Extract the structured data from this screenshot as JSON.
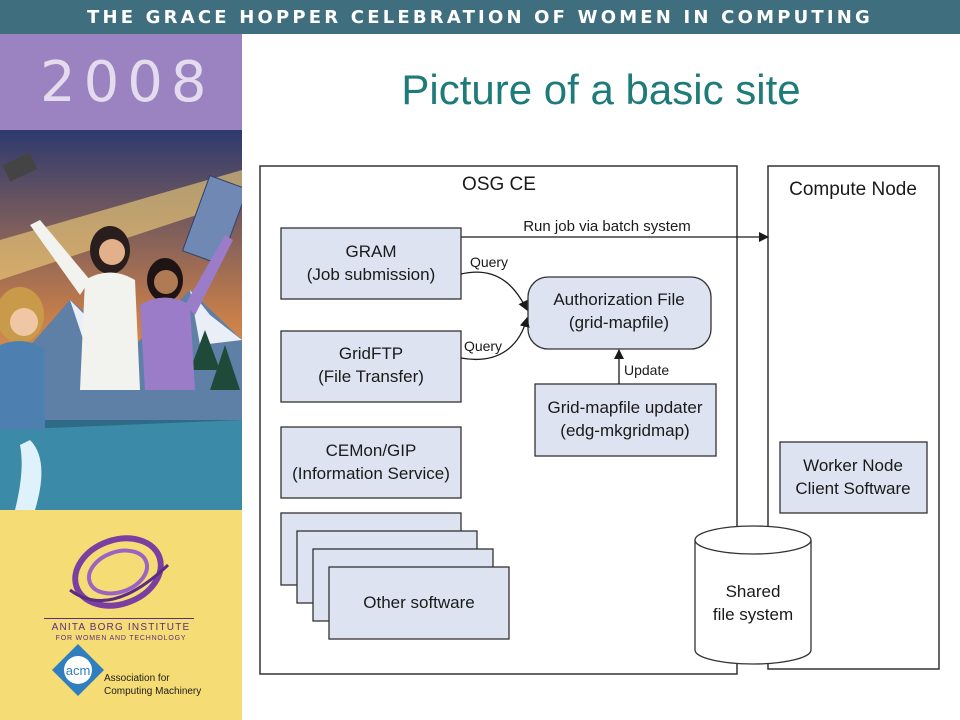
{
  "banner": {
    "title": "THE GRACE HOPPER CELEBRATION OF WOMEN IN COMPUTING"
  },
  "sidebar": {
    "year": "2008",
    "abi_name": "ANITA BORG INSTITUTE",
    "abi_sub": "FOR WOMEN AND TECHNOLOGY",
    "acm_badge": "acm",
    "acm_line1": "Association for",
    "acm_line2": "Computing Machinery"
  },
  "slide": {
    "title": "Picture of a basic site"
  },
  "diagram": {
    "osg_ce_label": "OSG CE",
    "compute_node_label": "Compute Node",
    "run_job_label": "Run job via batch system",
    "gram": {
      "line1": "GRAM",
      "line2": "(Job submission)"
    },
    "gridftp": {
      "line1": "GridFTP",
      "line2": "(File Transfer)"
    },
    "cemon": {
      "line1": "CEMon/GIP",
      "line2": "(Information Service)"
    },
    "other_software": "Other software",
    "auth_file": {
      "line1": "Authorization File",
      "line2": "(grid-mapfile)"
    },
    "updater": {
      "line1": "Grid-mapfile updater",
      "line2": "(edg-mkgridmap)"
    },
    "query_label_1": "Query",
    "query_label_2": "Query",
    "update_label": "Update",
    "worker_node": {
      "line1": "Worker Node",
      "line2": "Client Software"
    },
    "shared_fs": {
      "line1": "Shared",
      "line2": "file system"
    }
  },
  "colors": {
    "banner": "#3f6f7e",
    "title": "#1f7a7a",
    "box_fill": "#dde3f1",
    "sidebar_purple": "#9b82c0",
    "sidebar_yellow": "#f6dc74"
  }
}
